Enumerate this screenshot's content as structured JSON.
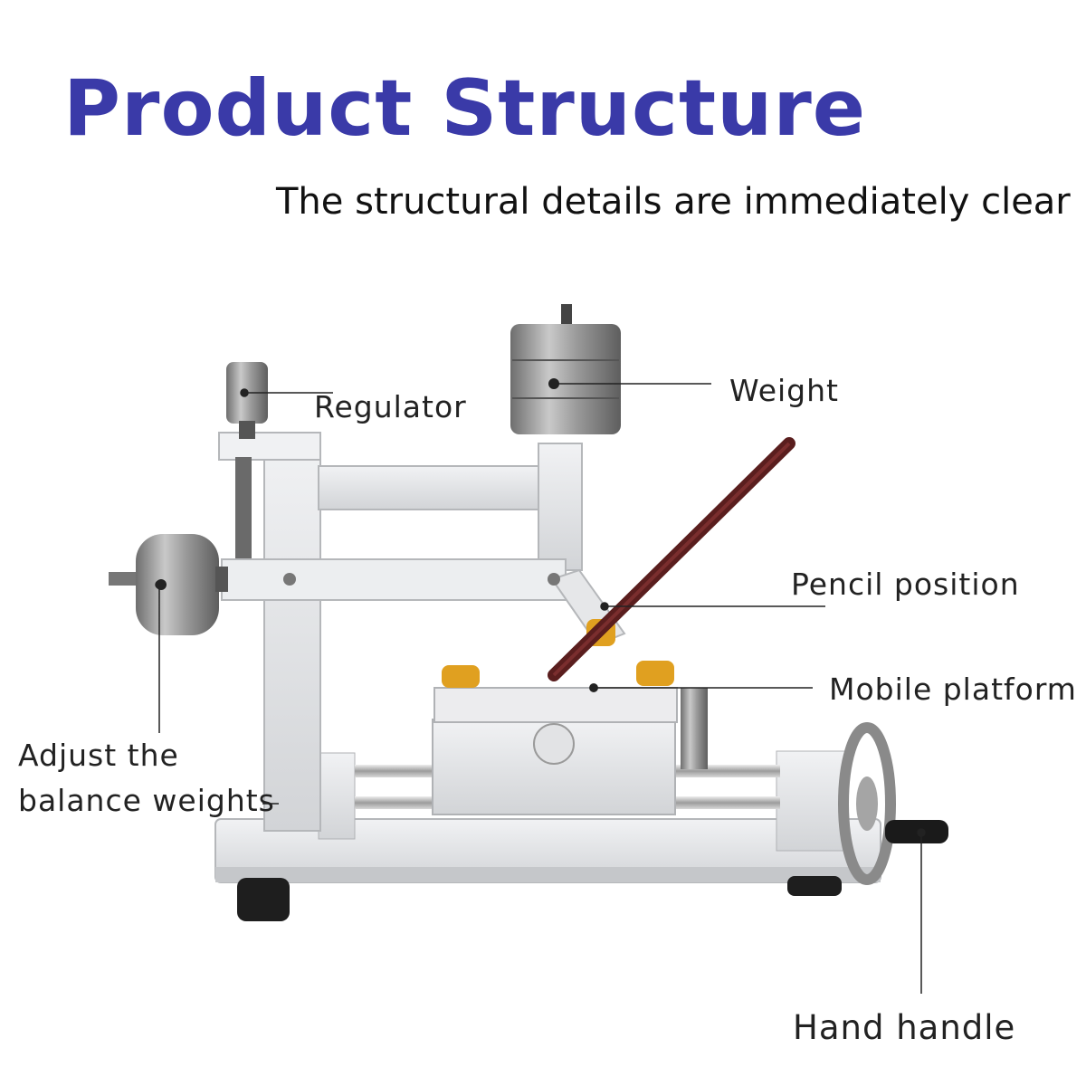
{
  "title": "Product Structure",
  "subtitle": "The structural details are immediately clear",
  "labels": {
    "regulator": "Regulator",
    "weight": "Weight",
    "pencil_position": "Pencil position",
    "mobile_platform": "Mobile platform",
    "adjust_weights": "Adjust the\nbalance weights",
    "hand_handle": "Hand handle"
  },
  "colors": {
    "title": "#3a3aa8",
    "frame": "#e4e5e7",
    "metal": "#8a8a8a",
    "pencil": "#5a1e1e",
    "pad": "#e0a020"
  }
}
